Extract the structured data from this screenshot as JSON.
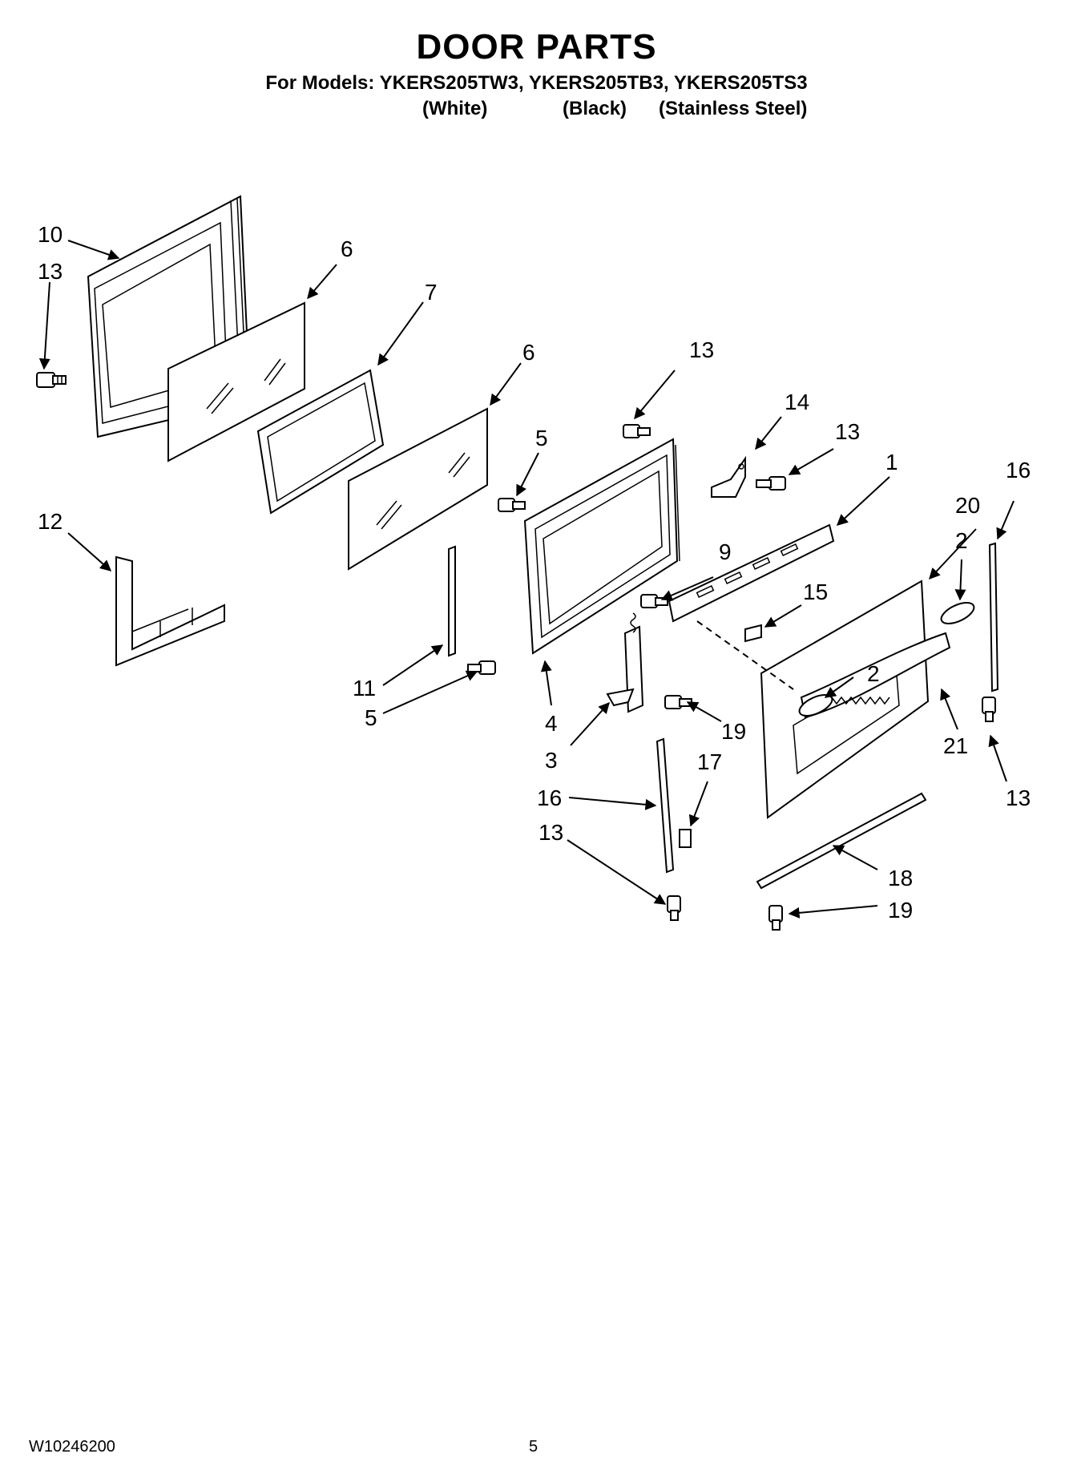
{
  "header": {
    "title": "DOOR PARTS",
    "models_line": "For Models: YKERS205TW3, YKERS205TB3, YKERS205TS3",
    "variants": [
      "(White)",
      "(Black)",
      "(Stainless Steel)"
    ]
  },
  "callouts": {
    "c10": "10",
    "c13a": "13",
    "c6a": "6",
    "c7": "7",
    "c6b": "6",
    "c13b": "13",
    "c14": "14",
    "c13c": "13",
    "c5a": "5",
    "c1": "1",
    "c16a": "16",
    "c12": "12",
    "c20": "20",
    "c2a": "2",
    "c9": "9",
    "c15": "15",
    "c2b": "2",
    "c11": "11",
    "c5b": "5",
    "c4": "4",
    "c19a": "19",
    "c21": "21",
    "c3": "3",
    "c17": "17",
    "c13d": "13",
    "c16b": "16",
    "c13e": "13",
    "c18": "18",
    "c19b": "19"
  },
  "footer": {
    "doc_number": "W10246200",
    "page_number": "5"
  }
}
